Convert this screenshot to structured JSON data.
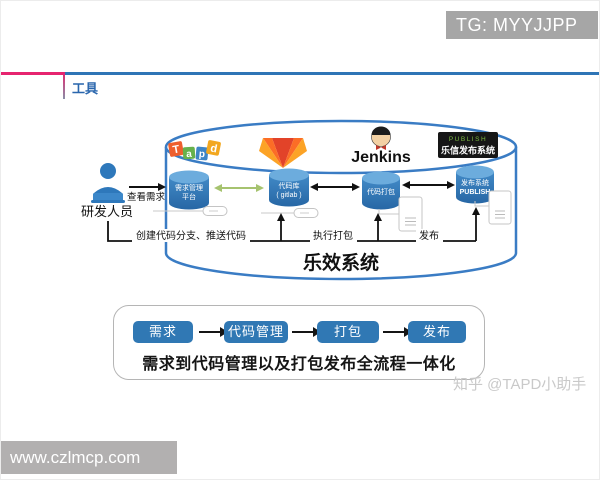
{
  "colors": {
    "accent_blue": "#2e75b6",
    "accent_pink": "#e6246f",
    "green_arrow": "#a6c36f",
    "badge_gray": "#a6a6a6"
  },
  "header": {
    "badge": "TG: MYYJJPP",
    "section_label": "工具"
  },
  "diagram": {
    "system_label": "乐效系统",
    "actor_label": "研发人员",
    "logos": {
      "tapd_letters": [
        "T",
        "a",
        "p",
        "d"
      ],
      "jenkins_label": "Jenkins",
      "lexin_top": "PUBLISH",
      "lexin_name": "乐信发布系统"
    },
    "nodes": [
      {
        "line1": "需求管理",
        "line2": "平台"
      },
      {
        "line1": "代码库",
        "line2": "( gitlab )"
      },
      {
        "line1": "代码打包",
        "line2": ""
      },
      {
        "line1": "发布系统",
        "line2": "PUBLISH"
      }
    ],
    "edges": {
      "view_requirements": "查看需求",
      "create_branch_push": "创建代码分支、推送代码",
      "run_package": "执行打包",
      "release": "发布"
    }
  },
  "flow": {
    "steps": [
      "需求",
      "代码管理",
      "打包",
      "发布"
    ],
    "caption": "需求到代码管理以及打包发布全流程一体化"
  },
  "watermarks": {
    "zhihu": "知乎 @TAPD小助手",
    "site": "www.czlmcp.com"
  }
}
